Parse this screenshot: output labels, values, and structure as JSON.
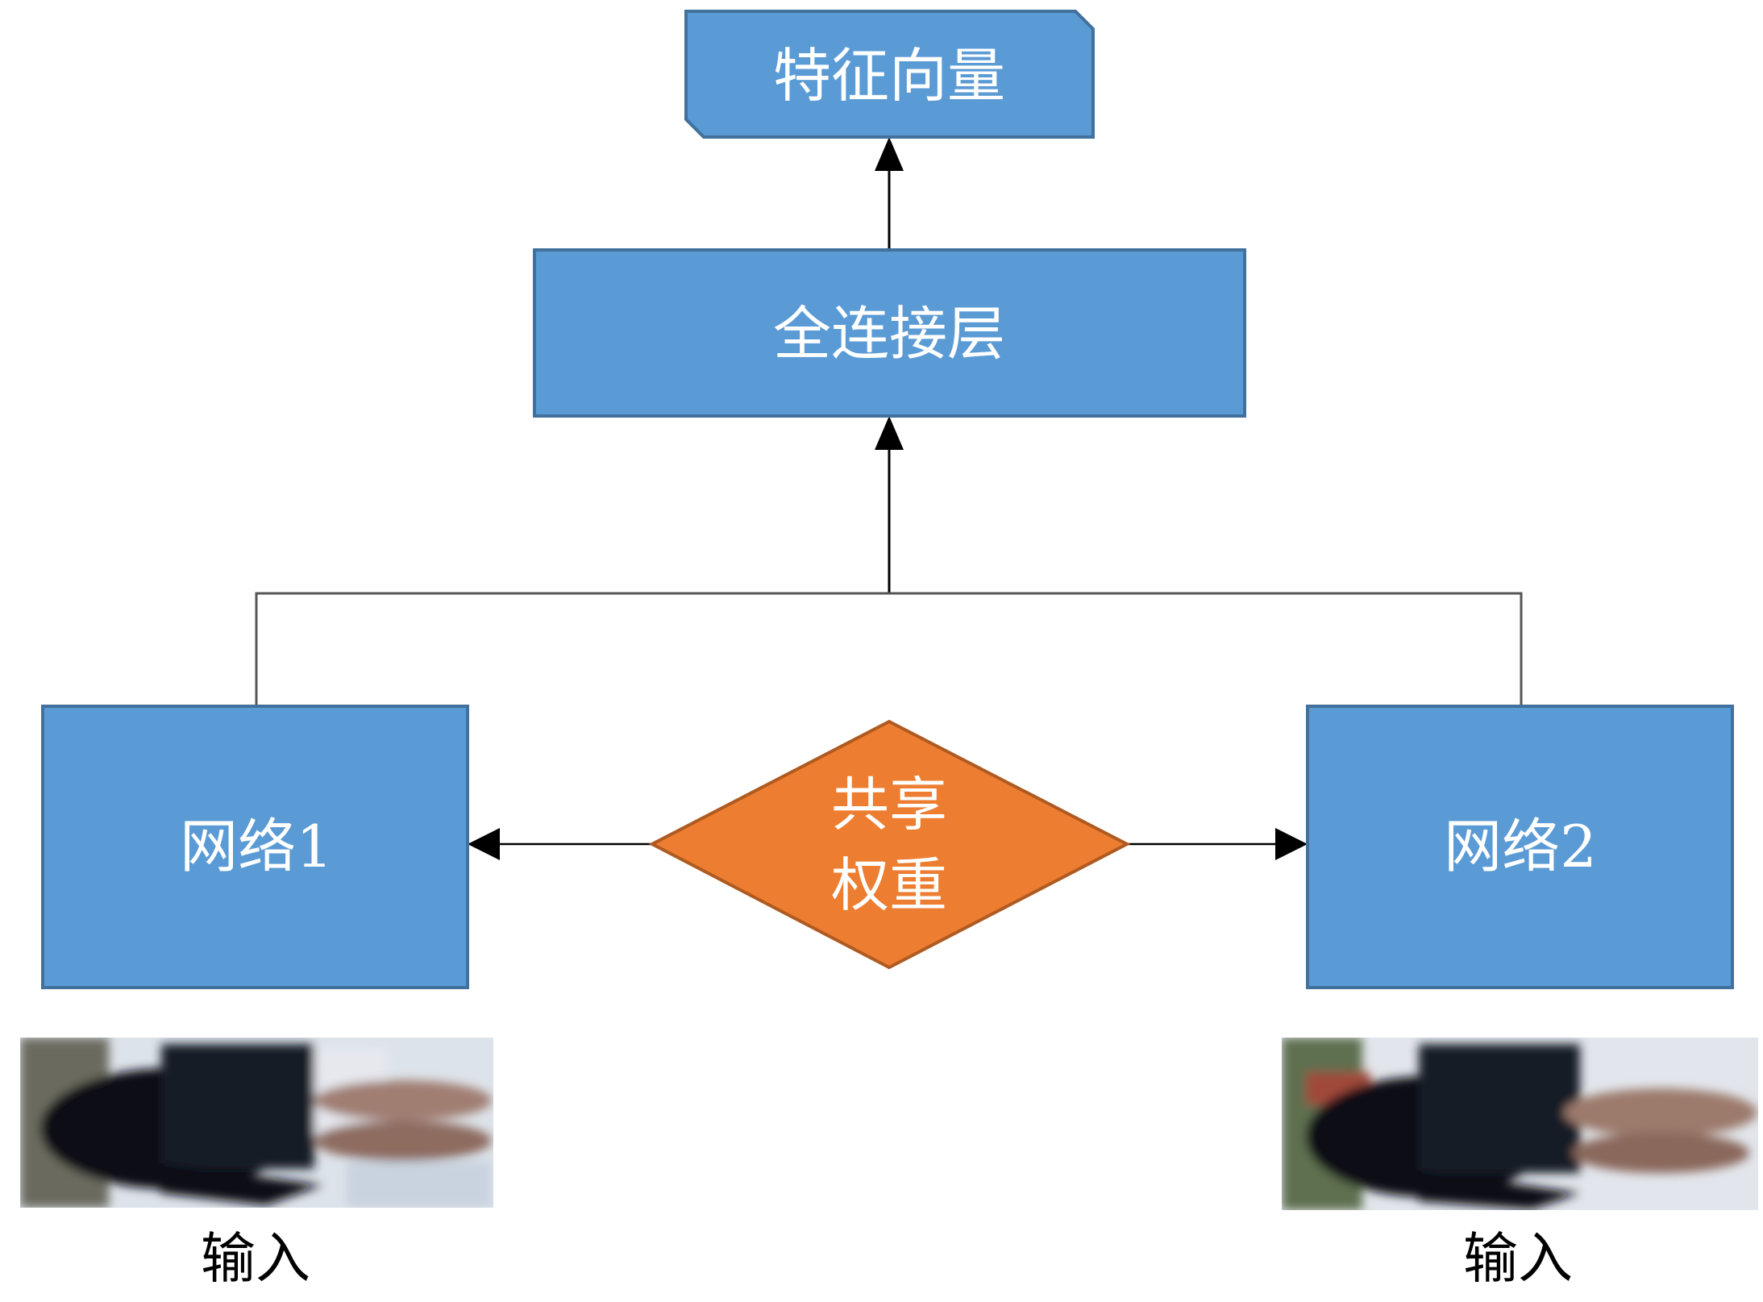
{
  "nodes": {
    "feature_vector": "特征向量",
    "fully_connected": "全连接层",
    "network1": "网络1",
    "network2": "网络2",
    "shared_weights_line1": "共享",
    "shared_weights_line2": "权重",
    "input1_caption": "输入",
    "input2_caption": "输入"
  },
  "colors": {
    "box_fill": "#5B9BD5",
    "box_stroke": "#41719C",
    "diamond_fill": "#ED7D31",
    "diamond_stroke": "#AE5A21"
  }
}
